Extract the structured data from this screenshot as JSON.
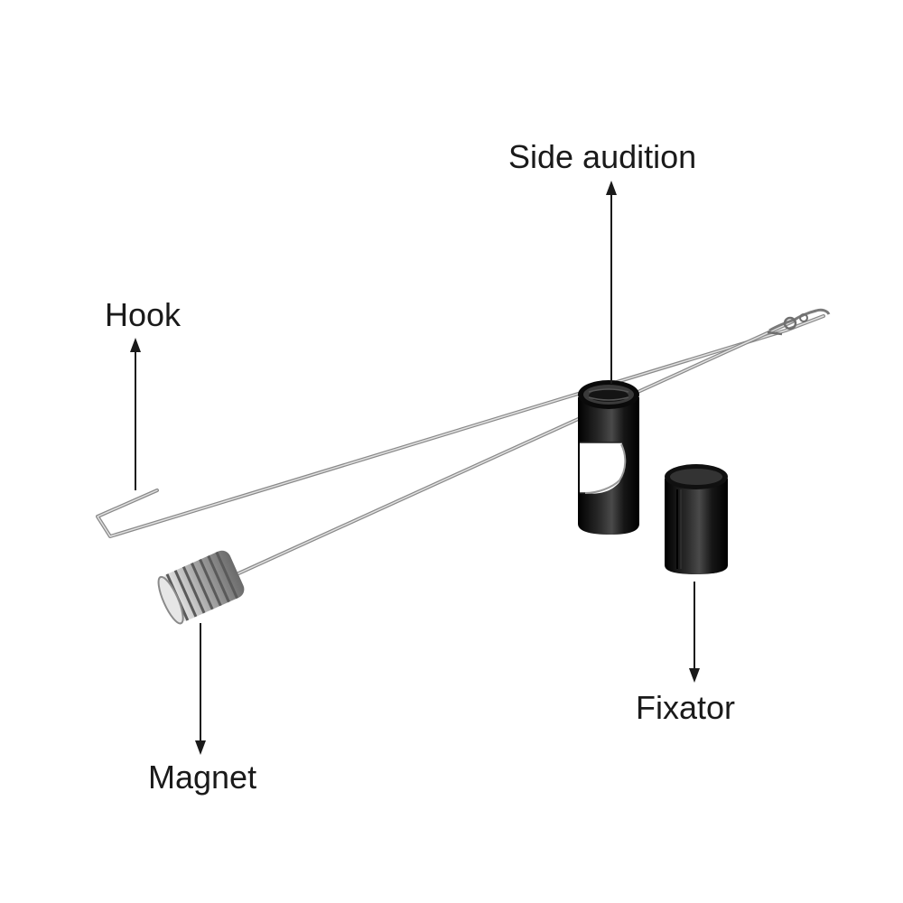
{
  "labels": {
    "side_audition": "Side audition",
    "hook": "Hook",
    "fixator": "Fixator",
    "magnet": "Magnet"
  },
  "parts": [
    "hook",
    "side-audition",
    "fixator",
    "magnet"
  ],
  "colors": {
    "background": "#ffffff",
    "label_text": "#1a1a1a",
    "wire": "#a8a8a8",
    "tube": "#111111",
    "coil": "#c9c9c9",
    "arrow": "#1a1a1a"
  },
  "icons": [
    "pointer-arrow-up",
    "pointer-arrow-down"
  ]
}
